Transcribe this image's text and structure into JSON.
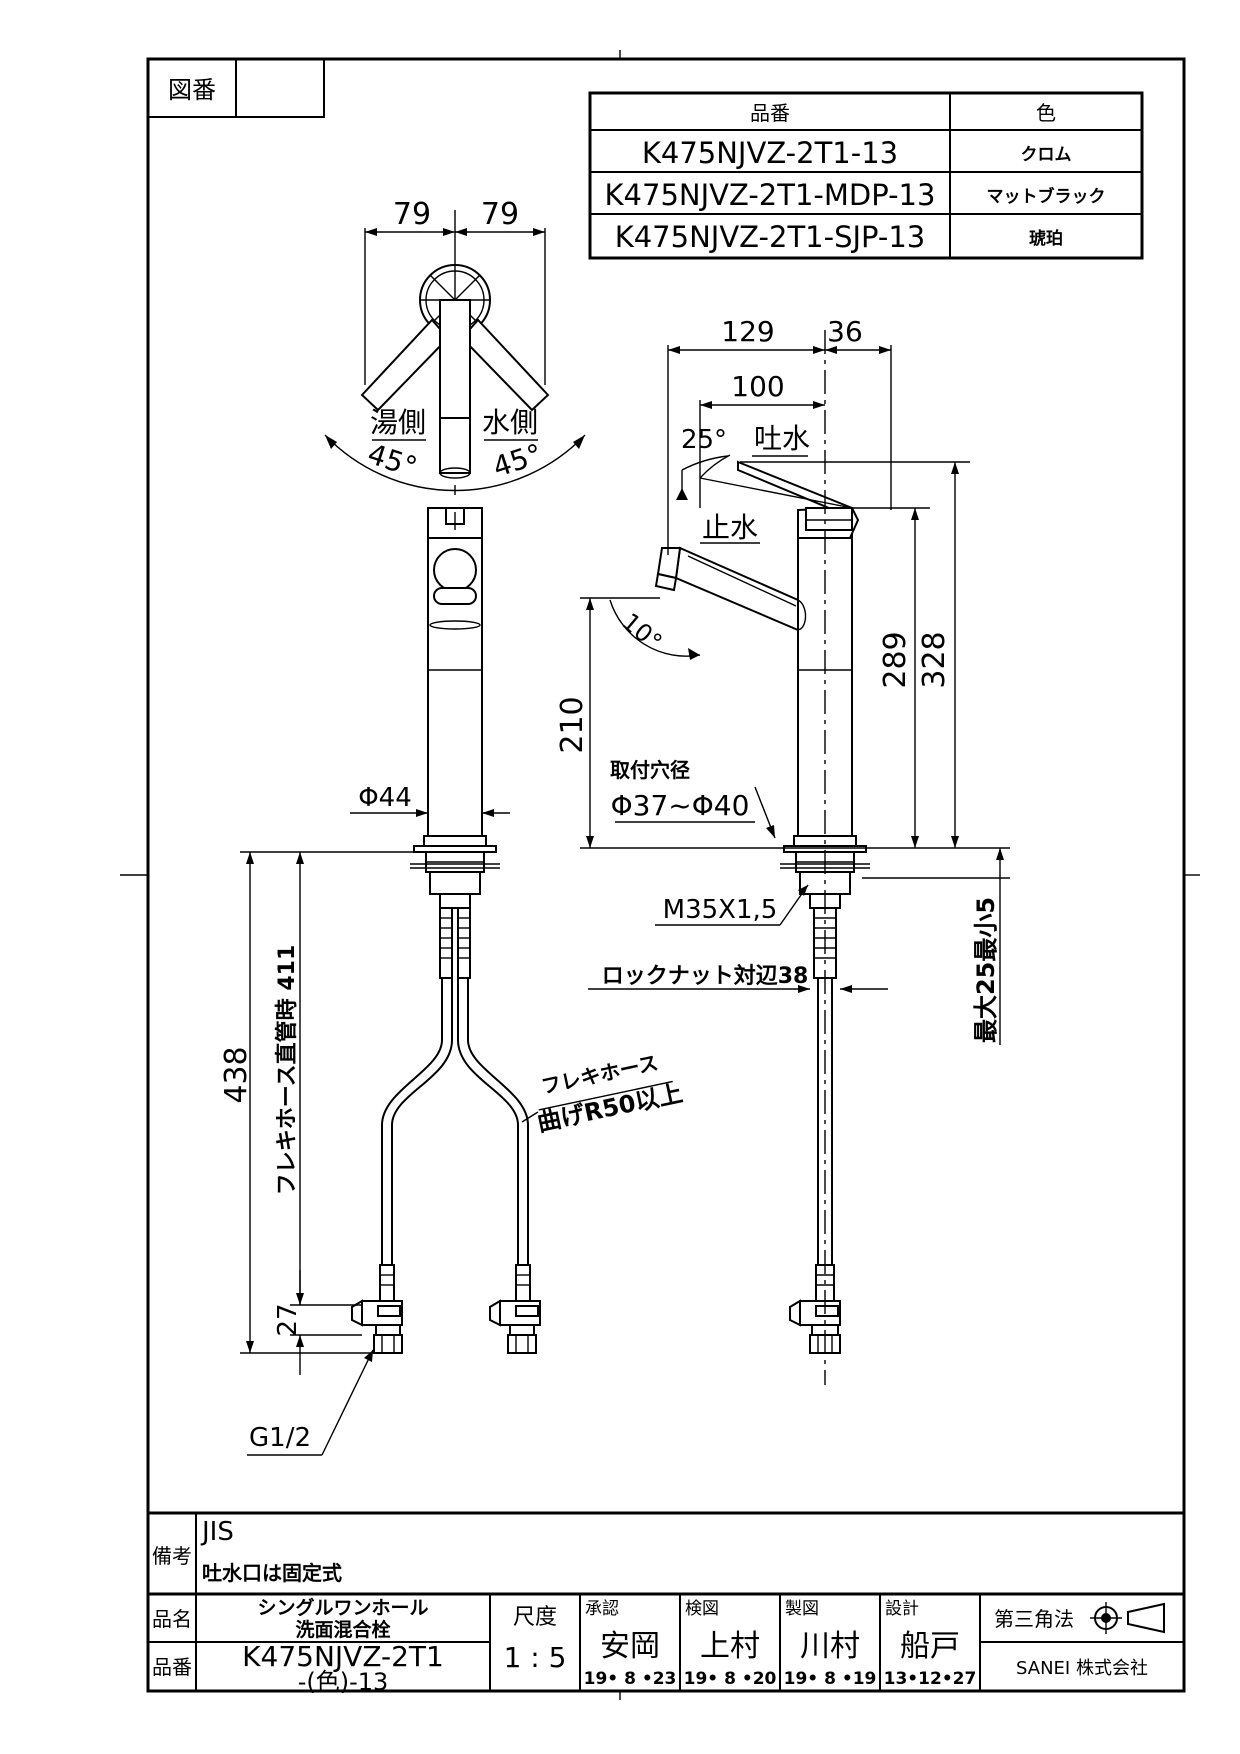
{
  "drawing_number": {
    "label": "図番",
    "value": ""
  },
  "product_table": {
    "headers": {
      "part_number": "品番",
      "color": "色"
    },
    "rows": [
      {
        "part_number": "K475NJVZ-2T1-13",
        "color": "クロム"
      },
      {
        "part_number": "K475NJVZ-2T1-MDP-13",
        "color": "マットブラック"
      },
      {
        "part_number": "K475NJVZ-2T1-SJP-13",
        "color": "琥珀"
      }
    ]
  },
  "top_view": {
    "dim_left": "79",
    "dim_right": "79",
    "hot_side": "湯側",
    "cold_side": "水側",
    "angle_left": "45°",
    "angle_right": "45°"
  },
  "front_view": {
    "diameter": "Φ44",
    "hose_length_label": "フレキホース直管時 411",
    "total_height": "438",
    "fitting_height": "27",
    "thread": "G1/2",
    "hose_note_1": "フレキホース",
    "hose_note_2": "曲げR50以上"
  },
  "side_view": {
    "dim_129": "129",
    "dim_36": "36",
    "dim_100": "100",
    "spout_angle": "25°",
    "spout_label": "吐水",
    "stop_label": "止水",
    "tilt_angle": "10°",
    "height_289": "289",
    "height_328": "328",
    "height_210": "210",
    "hole_label": "取付穴径",
    "hole_size": "Φ37~Φ40",
    "thread": "M35X1,5",
    "locknut": "ロックナット対辺38",
    "counter": "最大25最小5"
  },
  "title_block": {
    "remarks_label": "備考",
    "remark_1": "JIS",
    "remark_2": "吐水口は固定式",
    "name_label": "品名",
    "name_line1": "シングルワンホール",
    "name_line2": "洗面混合栓",
    "number_label": "品番",
    "number_line1": "K475NJVZ-2T1",
    "number_line2": "-(色)-13",
    "scale_label": "尺度",
    "scale_value": "1 : 5",
    "approved_label": "承認",
    "approved_name": "安岡",
    "approved_date": "19• 8 •23",
    "checked_label": "検図",
    "checked_name": "上村",
    "checked_date": "19• 8 •20",
    "drawn_label": "製図",
    "drawn_name": "川村",
    "drawn_date": "19• 8 •19",
    "design_label": "設計",
    "design_name": "船戸",
    "design_date": "13•12•27",
    "projection": "第三角法",
    "company": "SANEI 株式会社"
  }
}
